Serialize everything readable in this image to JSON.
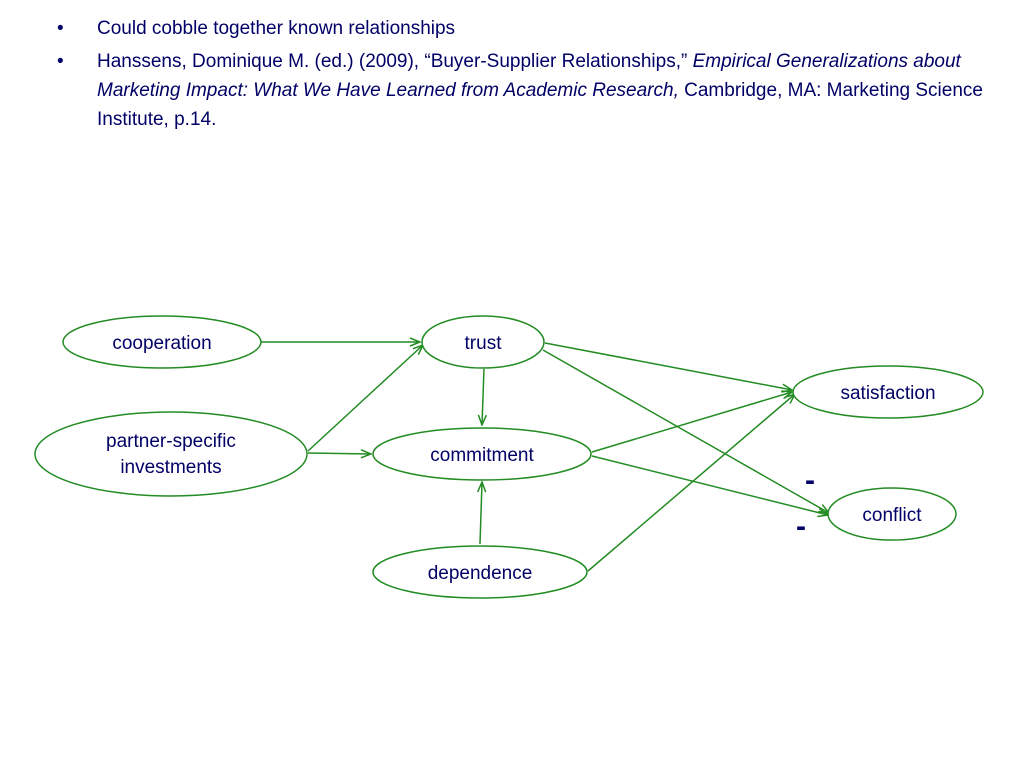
{
  "bullets": [
    {
      "marker": "•",
      "text": "Could cobble together known relationships"
    },
    {
      "marker": "•",
      "text_a": "Hanssens, Dominique M. (ed.) (2009), “Buyer-Supplier Relationships,” ",
      "text_italic": "Empirical Generalizations about Marketing Impact: What We Have Learned from Academic Research,",
      "text_b": " Cambridge, MA: Marketing Science Institute, p.14."
    }
  ],
  "diagram": {
    "nodes": {
      "cooperation": "cooperation",
      "partner_specific_1": "partner-specific",
      "partner_specific_2": "investments",
      "trust": "trust",
      "commitment": "commitment",
      "dependence": "dependence",
      "satisfaction": "satisfaction",
      "conflict": "conflict"
    },
    "signs": [
      "-",
      "-"
    ],
    "colors": {
      "edge": "#228b22",
      "text": "#000066"
    }
  }
}
